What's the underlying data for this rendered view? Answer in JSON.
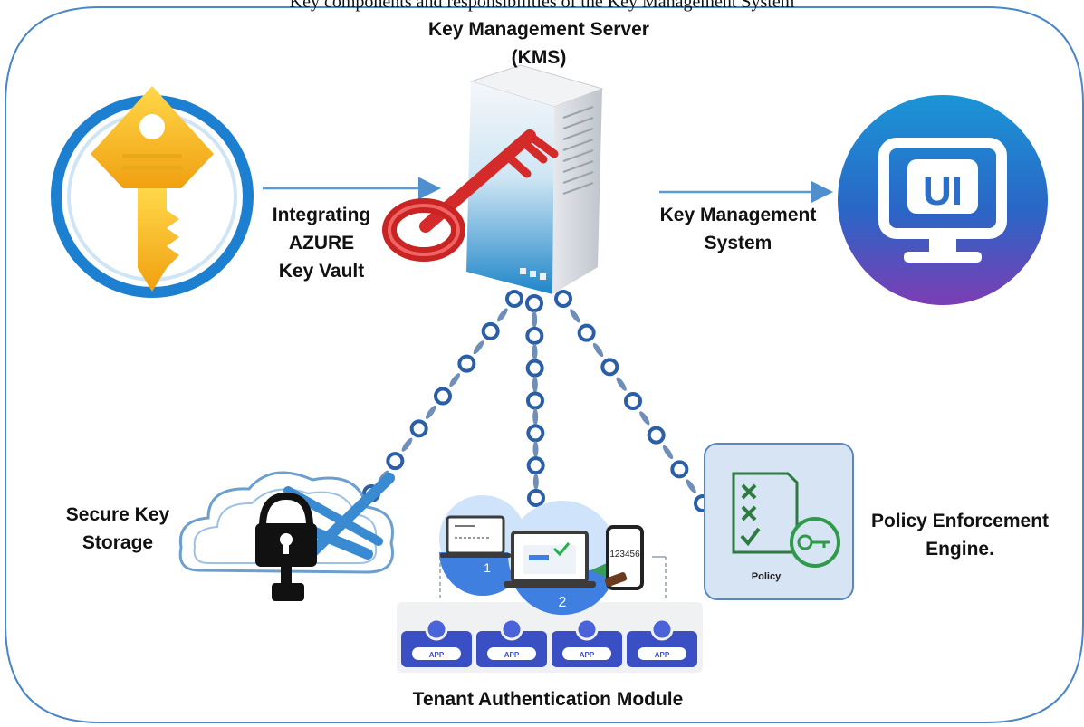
{
  "caption": "Key components and responsibilities of the Key Management System",
  "kms": {
    "title_line1": "Key Management Server",
    "title_line2": "(KMS)"
  },
  "vault": {
    "line1": "Integrating",
    "line2": "AZURE",
    "line3": "Key Vault"
  },
  "system": {
    "line1": "Key Management",
    "line2": "System",
    "icon_text": "UI"
  },
  "storage": {
    "line1": "Secure Key",
    "line2": "Storage"
  },
  "policy": {
    "line1": "Policy Enforcement",
    "line2": "Engine.",
    "card_label": "Policy"
  },
  "tenant": {
    "label": "Tenant Authentication Module",
    "step1": "1",
    "step2": "2",
    "phone_code": "123456",
    "app_labels": [
      "APP",
      "APP",
      "APP",
      "APP"
    ]
  },
  "colors": {
    "frame": "#4a86c8",
    "arrow": "#5b9bd5",
    "key_gold": "#f6b81c",
    "ui_gradient_top": "#1e8fd0",
    "ui_gradient_bottom": "#7b3fb5",
    "lock_black": "#111111",
    "policy_green": "#2e9a4a",
    "app_blue": "#3b4fc4",
    "chain_blue": "#2a5fa8"
  }
}
